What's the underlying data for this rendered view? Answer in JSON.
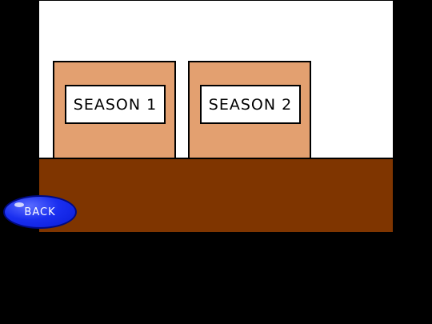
{
  "seasons": [
    {
      "label": "SEASON 1"
    },
    {
      "label": "SEASON 2"
    }
  ],
  "back": {
    "label": "BACK"
  },
  "colors": {
    "background": "#000000",
    "stage": "#ffffff",
    "floor": "#7f3500",
    "box": "#e3a070",
    "back_button": "#1a2ff0"
  }
}
